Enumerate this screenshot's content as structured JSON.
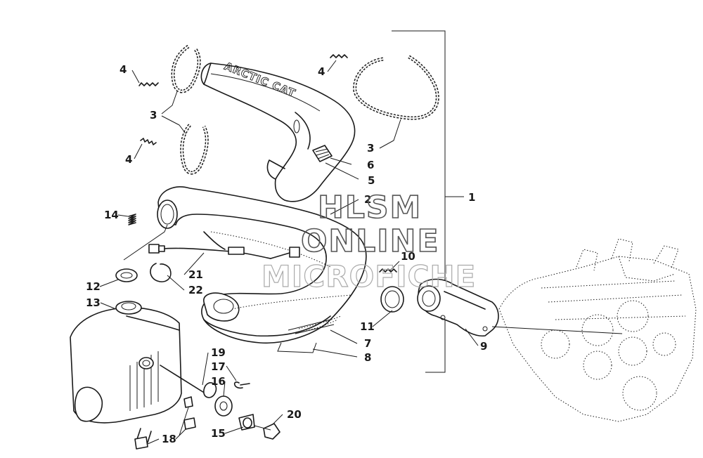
{
  "watermark": {
    "line1": "HLSM",
    "line2": "ONLINE",
    "line3": "MICROFICHE"
  },
  "brand_text": "ARCTIC CAT",
  "callouts": {
    "c1": "1",
    "c2": "2",
    "c3a": "3",
    "c3b": "3",
    "c4a": "4",
    "c4b": "4",
    "c4c": "4",
    "c5": "5",
    "c6": "6",
    "c7": "7",
    "c8": "8",
    "c9": "9",
    "c10": "10",
    "c11": "11",
    "c12": "12",
    "c13": "13",
    "c14": "14",
    "c15": "15",
    "c16": "16",
    "c17": "17",
    "c18": "18",
    "c19": "19",
    "c20": "20",
    "c21": "21",
    "c22": "22"
  }
}
